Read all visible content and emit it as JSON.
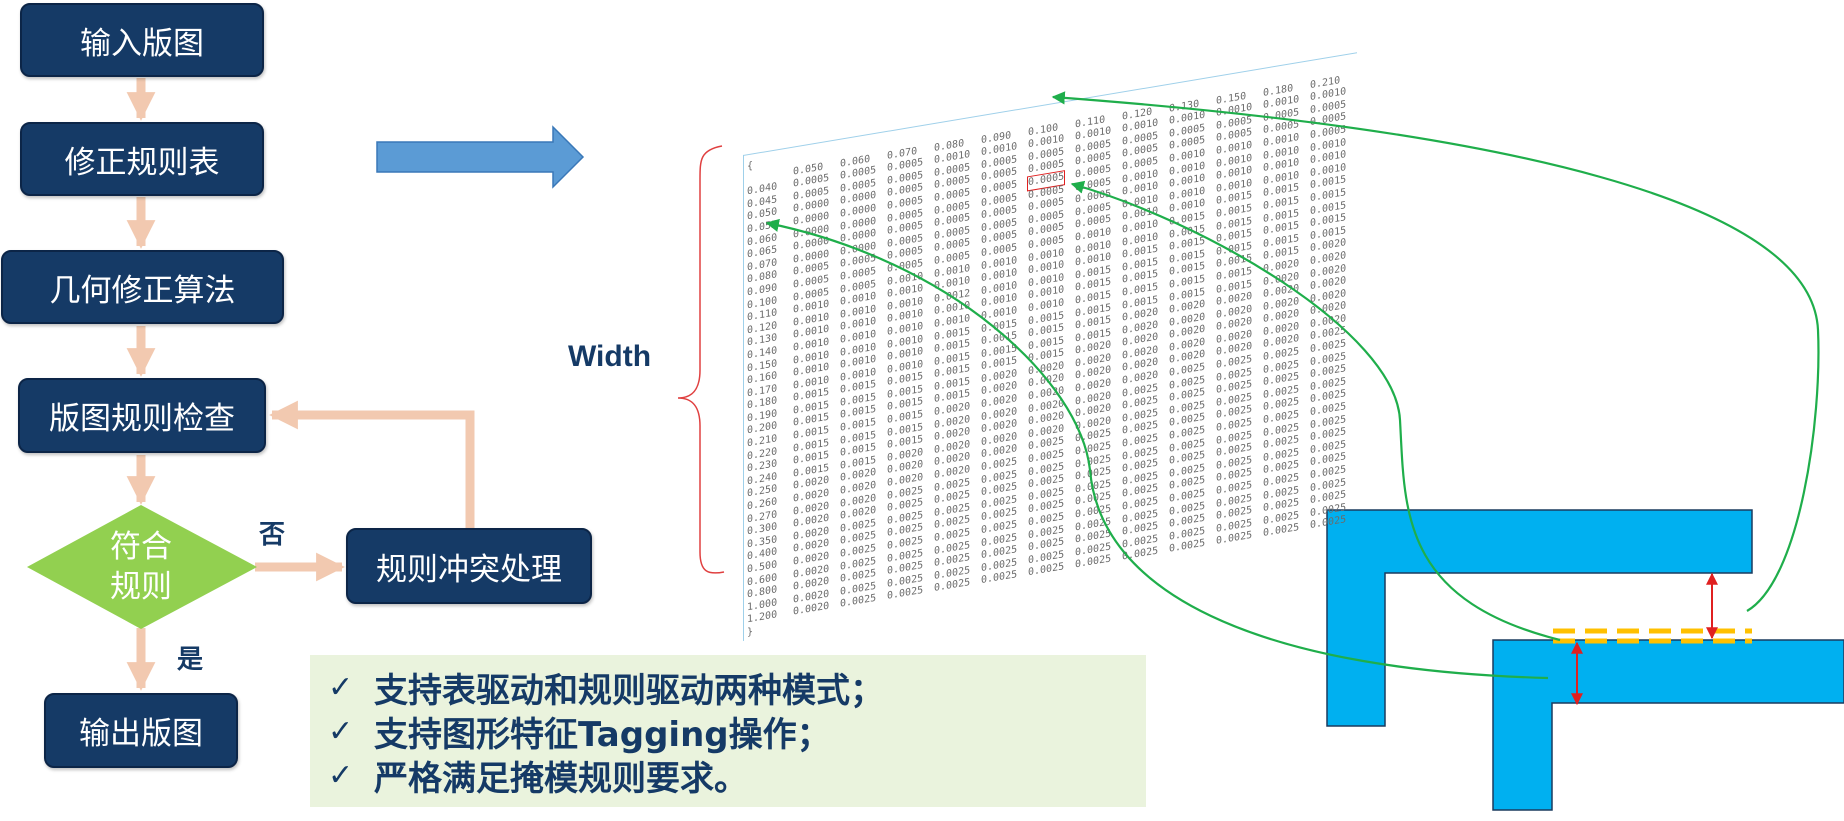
{
  "flow": {
    "input_layout": "输入版图",
    "correction_table": "修正规则表",
    "geometry_algorithm": "几何修正算法",
    "layout_check": "版图规则检查",
    "decision_line1": "符合",
    "decision_line2": "规则",
    "conflict_handling": "规则冲突处理",
    "no_label": "否",
    "yes_label": "是",
    "output_layout": "输出版图"
  },
  "width_label": "Width",
  "table": {
    "open_brace": "{",
    "close_brace": "}",
    "header": [
      "0.050",
      "0.060",
      "0.070",
      "0.080",
      "0.090",
      "0.100",
      "0.110",
      "0.120",
      "0.130",
      "0.150",
      "0.180",
      "0.210"
    ],
    "rows": [
      [
        "0.040",
        "0.0005",
        "0.0005",
        "0.0005",
        "0.0010",
        "0.0010",
        "0.0010",
        "0.0010",
        "0.0010",
        "0.0010",
        "0.0010",
        "0.0010",
        "0.0010"
      ],
      [
        "0.045",
        "0.0005",
        "0.0005",
        "0.0005",
        "0.0005",
        "0.0005",
        "0.0005",
        "0.0005",
        "0.0005",
        "0.0005",
        "0.0005",
        "0.0005",
        "0.0005"
      ],
      [
        "0.050",
        "0.0000",
        "0.0000",
        "0.0005",
        "0.0005",
        "0.0005",
        "0.0005",
        "0.0005",
        "0.0005",
        "0.0005",
        "0.0005",
        "0.0005",
        "0.0005"
      ],
      [
        "0.055",
        "0.0000",
        "0.0000",
        "0.0005",
        "0.0005",
        "0.0005",
        "0.0005",
        "0.0005",
        "0.0005",
        "0.0010",
        "0.0010",
        "0.0010",
        "0.0005"
      ],
      [
        "0.060",
        "0.0000",
        "0.0000",
        "0.0005",
        "0.0005",
        "0.0005",
        "0.0005",
        "0.0005",
        "0.0010",
        "0.0010",
        "0.0010",
        "0.0010",
        "0.0010"
      ],
      [
        "0.065",
        "0.0000",
        "0.0000",
        "0.0005",
        "0.0005",
        "0.0005",
        "0.0005",
        "0.0005",
        "0.0010",
        "0.0010",
        "0.0010",
        "0.0010",
        "0.0010"
      ],
      [
        "0.070",
        "0.0000",
        "0.0000",
        "0.0005",
        "0.0005",
        "0.0005",
        "0.0005",
        "0.0005",
        "0.0010",
        "0.0010",
        "0.0010",
        "0.0010",
        "0.0010"
      ],
      [
        "0.080",
        "0.0005",
        "0.0005",
        "0.0005",
        "0.0005",
        "0.0005",
        "0.0005",
        "0.0005",
        "0.0010",
        "0.0010",
        "0.0015",
        "0.0015",
        "0.0015"
      ],
      [
        "0.090",
        "0.0005",
        "0.0005",
        "0.0005",
        "0.0005",
        "0.0005",
        "0.0005",
        "0.0010",
        "0.0010",
        "0.0015",
        "0.0015",
        "0.0015",
        "0.0015"
      ],
      [
        "0.100",
        "0.0005",
        "0.0005",
        "0.0010",
        "0.0010",
        "0.0010",
        "0.0010",
        "0.0010",
        "0.0010",
        "0.0015",
        "0.0015",
        "0.0015",
        "0.0015"
      ],
      [
        "0.110",
        "0.0010",
        "0.0010",
        "0.0010",
        "0.0010",
        "0.0010",
        "0.0010",
        "0.0010",
        "0.0015",
        "0.0015",
        "0.0015",
        "0.0015",
        "0.0015"
      ],
      [
        "0.120",
        "0.0010",
        "0.0010",
        "0.0010",
        "0.0012",
        "0.0010",
        "0.0010",
        "0.0015",
        "0.0015",
        "0.0015",
        "0.0015",
        "0.0015",
        "0.0015"
      ],
      [
        "0.130",
        "0.0010",
        "0.0010",
        "0.0010",
        "0.0010",
        "0.0010",
        "0.0010",
        "0.0015",
        "0.0015",
        "0.0015",
        "0.0015",
        "0.0015",
        "0.0020"
      ],
      [
        "0.140",
        "0.0010",
        "0.0010",
        "0.0010",
        "0.0010",
        "0.0010",
        "0.0010",
        "0.0015",
        "0.0015",
        "0.0015",
        "0.0015",
        "0.0020",
        "0.0020"
      ],
      [
        "0.150",
        "0.0010",
        "0.0010",
        "0.0010",
        "0.0015",
        "0.0015",
        "0.0015",
        "0.0015",
        "0.0015",
        "0.0015",
        "0.0015",
        "0.0020",
        "0.0020"
      ],
      [
        "0.160",
        "0.0010",
        "0.0010",
        "0.0010",
        "0.0015",
        "0.0015",
        "0.0015",
        "0.0015",
        "0.0020",
        "0.0020",
        "0.0020",
        "0.0020",
        "0.0020"
      ],
      [
        "0.170",
        "0.0010",
        "0.0010",
        "0.0010",
        "0.0015",
        "0.0015",
        "0.0015",
        "0.0015",
        "0.0020",
        "0.0020",
        "0.0020",
        "0.0020",
        "0.0020"
      ],
      [
        "0.180",
        "0.0015",
        "0.0015",
        "0.0015",
        "0.0015",
        "0.0015",
        "0.0015",
        "0.0020",
        "0.0020",
        "0.0020",
        "0.0020",
        "0.0020",
        "0.0020"
      ],
      [
        "0.190",
        "0.0015",
        "0.0015",
        "0.0015",
        "0.0015",
        "0.0020",
        "0.0020",
        "0.0020",
        "0.0020",
        "0.0020",
        "0.0020",
        "0.0020",
        "0.0020"
      ],
      [
        "0.200",
        "0.0015",
        "0.0015",
        "0.0015",
        "0.0015",
        "0.0020",
        "0.0020",
        "0.0020",
        "0.0020",
        "0.0020",
        "0.0020",
        "0.0020",
        "0.0025"
      ],
      [
        "0.210",
        "0.0015",
        "0.0015",
        "0.0015",
        "0.0020",
        "0.0020",
        "0.0020",
        "0.0020",
        "0.0020",
        "0.0025",
        "0.0025",
        "0.0025",
        "0.0025"
      ],
      [
        "0.220",
        "0.0015",
        "0.0015",
        "0.0015",
        "0.0020",
        "0.0020",
        "0.0020",
        "0.0020",
        "0.0025",
        "0.0025",
        "0.0025",
        "0.0025",
        "0.0025"
      ],
      [
        "0.230",
        "0.0015",
        "0.0015",
        "0.0015",
        "0.0020",
        "0.0020",
        "0.0020",
        "0.0020",
        "0.0025",
        "0.0025",
        "0.0025",
        "0.0025",
        "0.0025"
      ],
      [
        "0.240",
        "0.0015",
        "0.0015",
        "0.0020",
        "0.0020",
        "0.0020",
        "0.0020",
        "0.0020",
        "0.0025",
        "0.0025",
        "0.0025",
        "0.0025",
        "0.0025"
      ],
      [
        "0.250",
        "0.0020",
        "0.0020",
        "0.0020",
        "0.0020",
        "0.0020",
        "0.0025",
        "0.0025",
        "0.0025",
        "0.0025",
        "0.0025",
        "0.0025",
        "0.0025"
      ],
      [
        "0.260",
        "0.0020",
        "0.0020",
        "0.0020",
        "0.0020",
        "0.0025",
        "0.0025",
        "0.0025",
        "0.0025",
        "0.0025",
        "0.0025",
        "0.0025",
        "0.0025"
      ],
      [
        "0.270",
        "0.0020",
        "0.0020",
        "0.0025",
        "0.0025",
        "0.0025",
        "0.0025",
        "0.0025",
        "0.0025",
        "0.0025",
        "0.0025",
        "0.0025",
        "0.0025"
      ],
      [
        "0.300",
        "0.0020",
        "0.0020",
        "0.0025",
        "0.0025",
        "0.0025",
        "0.0025",
        "0.0025",
        "0.0025",
        "0.0025",
        "0.0025",
        "0.0025",
        "0.0025"
      ],
      [
        "0.350",
        "0.0020",
        "0.0025",
        "0.0025",
        "0.0025",
        "0.0025",
        "0.0025",
        "0.0025",
        "0.0025",
        "0.0025",
        "0.0025",
        "0.0025",
        "0.0025"
      ],
      [
        "0.400",
        "0.0020",
        "0.0025",
        "0.0025",
        "0.0025",
        "0.0025",
        "0.0025",
        "0.0025",
        "0.0025",
        "0.0025",
        "0.0025",
        "0.0025",
        "0.0025"
      ],
      [
        "0.500",
        "0.0020",
        "0.0025",
        "0.0025",
        "0.0025",
        "0.0025",
        "0.0025",
        "0.0025",
        "0.0025",
        "0.0025",
        "0.0025",
        "0.0025",
        "0.0025"
      ],
      [
        "0.600",
        "0.0020",
        "0.0025",
        "0.0025",
        "0.0025",
        "0.0025",
        "0.0025",
        "0.0025",
        "0.0025",
        "0.0025",
        "0.0025",
        "0.0025",
        "0.0025"
      ],
      [
        "0.800",
        "0.0020",
        "0.0025",
        "0.0025",
        "0.0025",
        "0.0025",
        "0.0025",
        "0.0025",
        "0.0025",
        "0.0025",
        "0.0025",
        "0.0025",
        "0.0025"
      ],
      [
        "1.000",
        "0.0020",
        "0.0025",
        "0.0025",
        "0.0025",
        "0.0025",
        "0.0025",
        "0.0025",
        "0.0025",
        "0.0025",
        "0.0025",
        "0.0025",
        "0.0025"
      ],
      [
        "1.200",
        "0.0020",
        "0.0025",
        "0.0025",
        "0.0025",
        "0.0025",
        "0.0025",
        "0.0025",
        "0.0025",
        "0.0025",
        "0.0025",
        "0.0025",
        "0.0025"
      ]
    ],
    "highlight": {
      "row": 3,
      "col": 6
    }
  },
  "features": [
    "支持表驱动和规则驱动两种模式；",
    "支持图形特征Tagging操作；",
    "严格满足掩模规则要求。"
  ],
  "colors": {
    "box_fill": "#153a66",
    "decision_fill": "#92d050",
    "flow_arrow": "#f2c9b0",
    "big_arrow": "#5b9bd5",
    "layout_shape": "#00b0f0",
    "connector": "#1fae4b",
    "measure_arrow": "#e02020",
    "tag_dash": "#ffc000",
    "brace": "#e04040",
    "feature_bg": "#eaf3dd"
  },
  "icons": {
    "check": "✓"
  }
}
